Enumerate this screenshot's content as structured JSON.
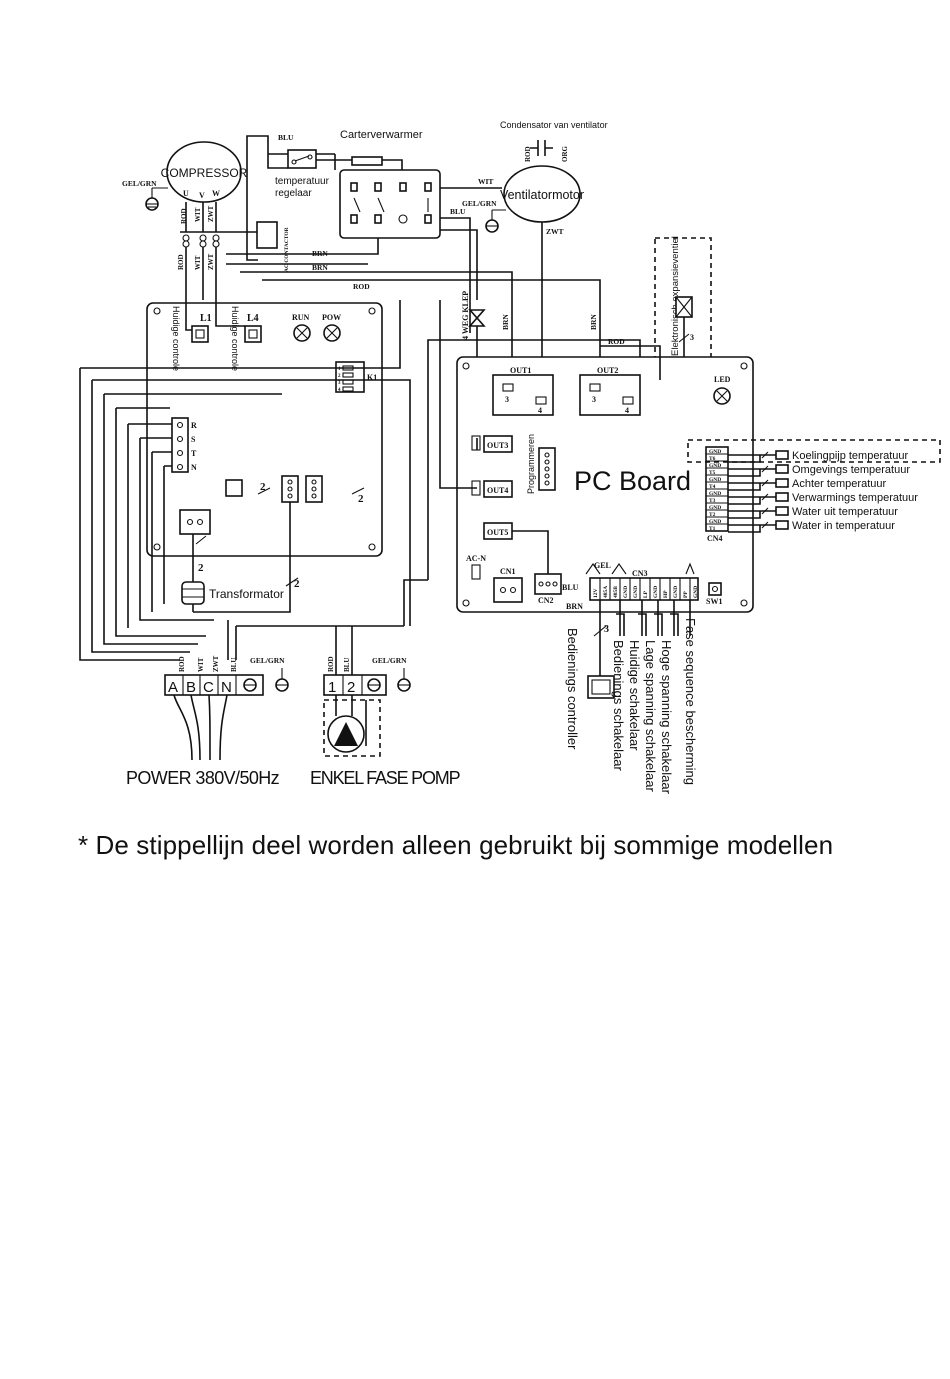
{
  "components": {
    "compressor": "COMPRESSOR",
    "compressor_uvw": [
      "U",
      "V",
      "W"
    ],
    "carter_heater": "Carterverwarmer",
    "temp_regulator_line1": "temperatuur",
    "temp_regulator_line2": "regelaar",
    "ac_contactor": "AC CONTACTOR",
    "fan_capacitor": "Condensator van ventilator",
    "fan_motor": "Ventilatormotor",
    "expansion_valve": "Elektronisch expansieventiel",
    "four_way_valve": "4 WEG KLEP",
    "current_control_1": "Huidige controle",
    "current_control_2": "Huidige controle",
    "l1": "L1",
    "l4": "L4",
    "run": "RUN",
    "pow": "POW",
    "k1": "K1",
    "dip_numbers": [
      "1",
      "2",
      "3",
      "4"
    ],
    "rstn": [
      "R",
      "S",
      "T",
      "N"
    ],
    "transformer": "Transformator",
    "pc_board": "PC Board",
    "programmeren": "Programmeren",
    "led": "LED",
    "out1": "OUT1",
    "out2": "OUT2",
    "out3": "OUT3",
    "out4": "OUT4",
    "out5": "OUT5",
    "acn": "AC-N",
    "cn1": "CN1",
    "cn2": "CN2",
    "cn3": "CN3",
    "cn4": "CN4",
    "sw1": "SW1",
    "gel": "GEL",
    "pin3": "3",
    "pin4": "4",
    "count2": "2",
    "count3": "3",
    "terminal_power": [
      "A",
      "B",
      "C",
      "N"
    ],
    "terminal_pump": [
      "1",
      "2"
    ]
  },
  "wire_labels": {
    "blu": "BLU",
    "wit": "WIT",
    "brn": "BRN",
    "rod": "ROD",
    "zwt": "ZWT",
    "org": "ORG",
    "gel_grn": "GEL/GRN"
  },
  "sensors": [
    {
      "label": "Koelingpijp temperatuur",
      "pins": [
        "GND",
        "T6"
      ]
    },
    {
      "label": "Omgevings temperatuur",
      "pins": [
        "GND",
        "T5"
      ]
    },
    {
      "label": "Achter temperatuur",
      "pins": [
        "GND",
        "T4"
      ]
    },
    {
      "label": "Verwarmings temperatuur",
      "pins": [
        "GND",
        "T3"
      ]
    },
    {
      "label": "Water uit temperatuur",
      "pins": [
        "GND",
        "T2"
      ]
    },
    {
      "label": "Water in temperatuur",
      "pins": [
        "GND",
        "T1"
      ]
    }
  ],
  "cn3_pins": [
    "12V",
    "485A",
    "485B",
    "GND",
    "GND",
    "LP",
    "GND",
    "HP",
    "GND",
    "PP",
    "GND"
  ],
  "switches": [
    "Bedienings controller",
    "Bedienings schakelaar",
    "Huidige schakelaar",
    "Lage spanning schakelaar",
    "Hoge spanning schakelaar",
    "Fase sequence bescherming"
  ],
  "captions": {
    "power": "POWER 380V/50Hz",
    "pump": "ENKEL FASE POMP"
  },
  "footnote": "* De stippellijn deel worden alleen gebruikt bij sommige modellen"
}
